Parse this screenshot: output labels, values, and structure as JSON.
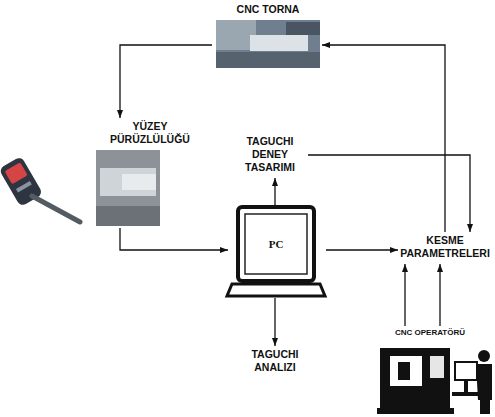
{
  "diagram": {
    "nodes": [
      {
        "text": [
          "CNC TORNA"
        ]
      },
      {
        "text": [
          "YÜZEY PÜRÜZLÜLÜĞÜ"
        ]
      },
      {
        "text": [
          "TAGUCHI DENEY TASARIMI"
        ]
      },
      {
        "text": [
          "PC"
        ]
      },
      {
        "text": [
          "KESME PARAMETRELERI"
        ]
      },
      {
        "text": [
          "TAGUCHI ANALIZI"
        ]
      },
      {
        "text": [
          "CNC OPERATÖRÜ"
        ]
      }
    ],
    "edges": [
      {
        "from": 0,
        "to": 1,
        "arrow": "to"
      },
      {
        "from": 1,
        "to": 3,
        "arrow": "to"
      },
      {
        "from": 3,
        "to": 2,
        "arrow": "to"
      },
      {
        "from": 3,
        "to": 5,
        "arrow": "to"
      },
      {
        "from": 3,
        "to": 4,
        "arrow": "to"
      },
      {
        "from": 2,
        "to": 4,
        "arrow": "to"
      },
      {
        "from": 4,
        "to": 0,
        "arrow": "to"
      },
      {
        "from": 6,
        "to": 4,
        "arrow": "to"
      },
      {
        "from": 6,
        "to": 4,
        "arrow": "to"
      }
    ]
  }
}
